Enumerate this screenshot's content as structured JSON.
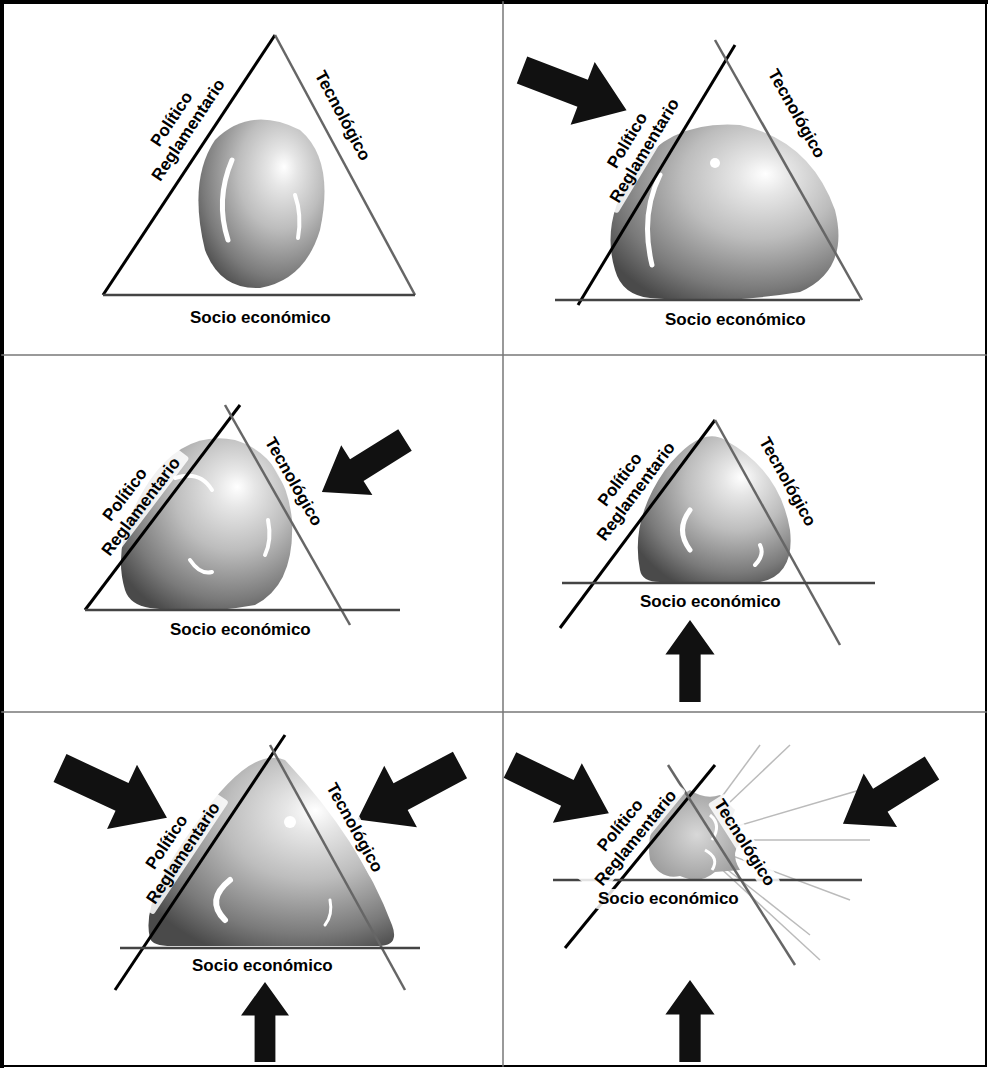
{
  "diagram": {
    "labels": [
      "Político Reglamentario",
      "Tecnológico",
      "Socio económico",
      "Político Reglamentario",
      "Tecnológico",
      "Socio económico",
      "Político Reglamentario",
      "Tecnológico",
      "Socio económico",
      "Político Reglamentario",
      "Tecnológico",
      "Socio económico",
      "Político Reglamentario",
      "Tecnológico",
      "Socio económico",
      "Político Reglamentario",
      "Tecnológico",
      "Socio económico"
    ]
  }
}
